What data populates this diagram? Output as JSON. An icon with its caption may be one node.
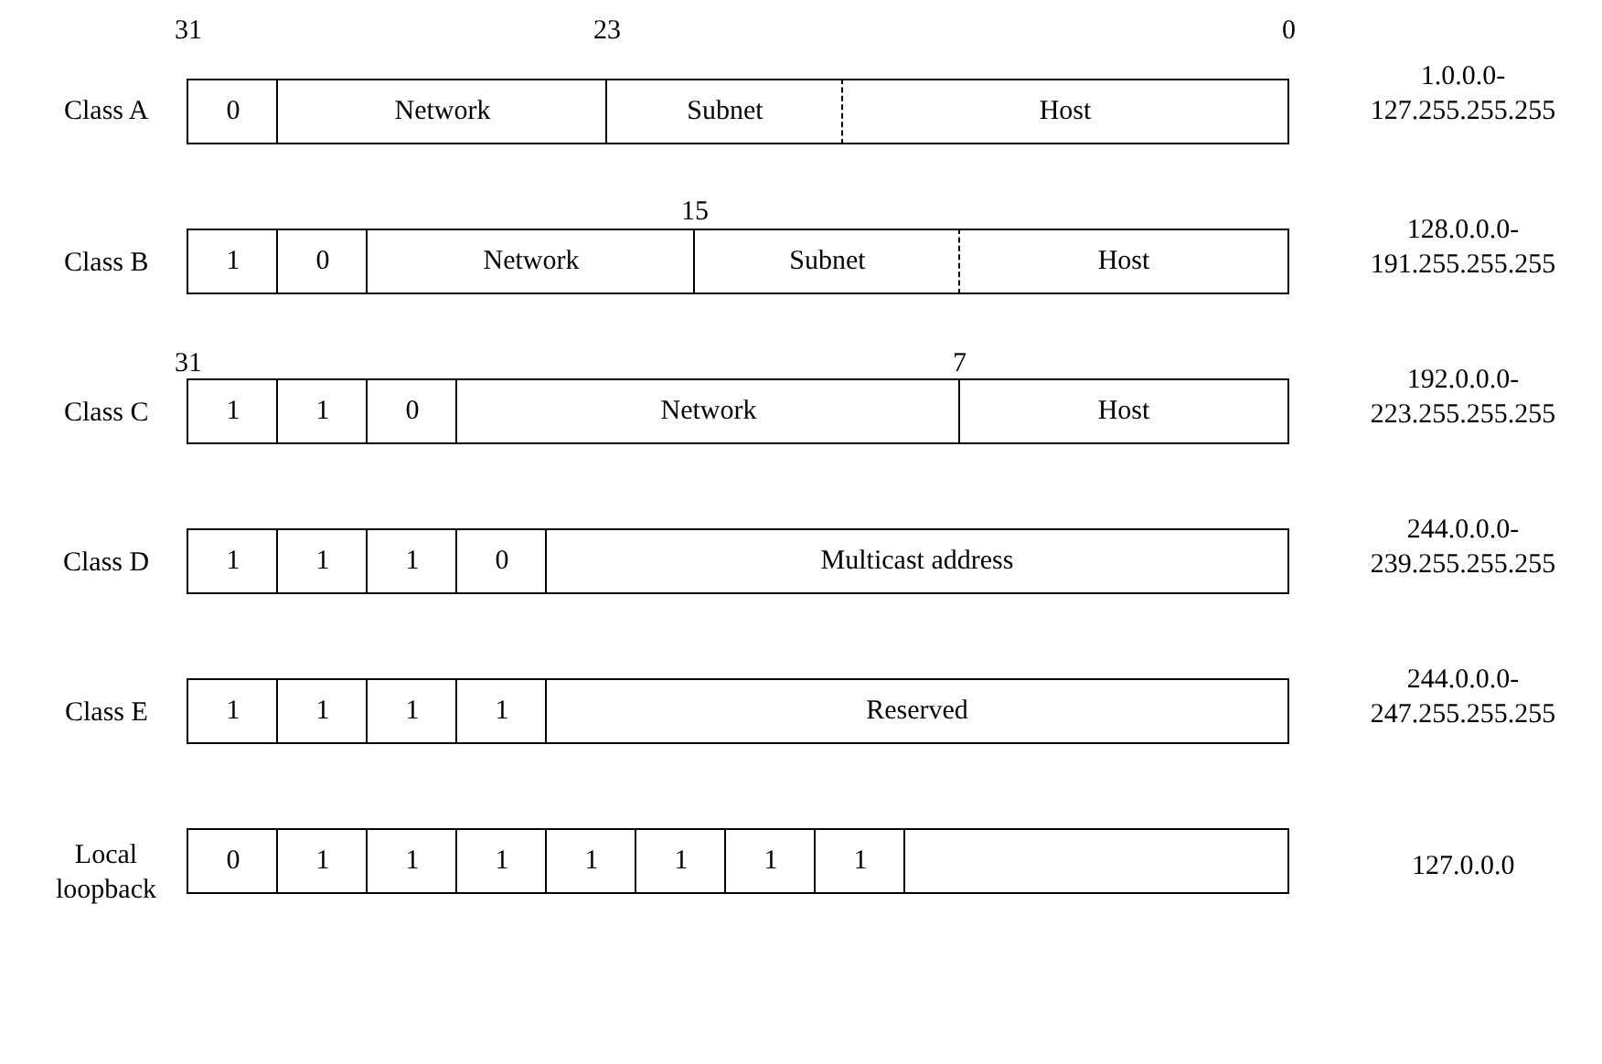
{
  "diagram": {
    "nodes": [
      {
        "text": [
          "0"
        ]
      },
      {
        "text": [
          "Network"
        ]
      },
      {
        "text": [
          "Subnet"
        ]
      },
      {
        "text": [
          "Host"
        ]
      },
      {
        "text": [
          "1"
        ]
      },
      {
        "text": [
          "0"
        ]
      },
      {
        "text": [
          "Network"
        ]
      },
      {
        "text": [
          "Subnet"
        ]
      },
      {
        "text": [
          "Host"
        ]
      },
      {
        "text": [
          "1"
        ]
      },
      {
        "text": [
          "1"
        ]
      },
      {
        "text": [
          "0"
        ]
      },
      {
        "text": [
          "Network"
        ]
      },
      {
        "text": [
          "Host"
        ]
      },
      {
        "text": [
          "1"
        ]
      },
      {
        "text": [
          "1"
        ]
      },
      {
        "text": [
          "1"
        ]
      },
      {
        "text": [
          "0"
        ]
      },
      {
        "text": [
          "Multicast address"
        ]
      },
      {
        "text": [
          "1"
        ]
      },
      {
        "text": [
          "1"
        ]
      },
      {
        "text": [
          "1"
        ]
      },
      {
        "text": [
          "1"
        ]
      },
      {
        "text": [
          "Reserved"
        ]
      },
      {
        "text": [
          "0"
        ]
      },
      {
        "text": [
          "1"
        ]
      },
      {
        "text": [
          "1"
        ]
      },
      {
        "text": [
          "1"
        ]
      },
      {
        "text": [
          "1"
        ]
      },
      {
        "text": [
          "1"
        ]
      },
      {
        "text": [
          "1"
        ]
      },
      {
        "text": [
          "1"
        ]
      },
      {
        "text": [],
        "shape": "box"
      }
    ],
    "edges": [],
    "labels": [
      "31",
      "23",
      "0",
      "Class A",
      "1.0.0.0- 127.255.255.255",
      "15",
      "Class B",
      "128.0.0.0- 191.255.255.255",
      "31",
      "7",
      "Class C",
      "192.0.0.0- 223.255.255.255",
      "Class D",
      "244.0.0.0- 239.255.255.255",
      "Class E",
      "244.0.0.0- 247.255.255.255",
      "Local loopback",
      "127.0.0.0"
    ]
  }
}
